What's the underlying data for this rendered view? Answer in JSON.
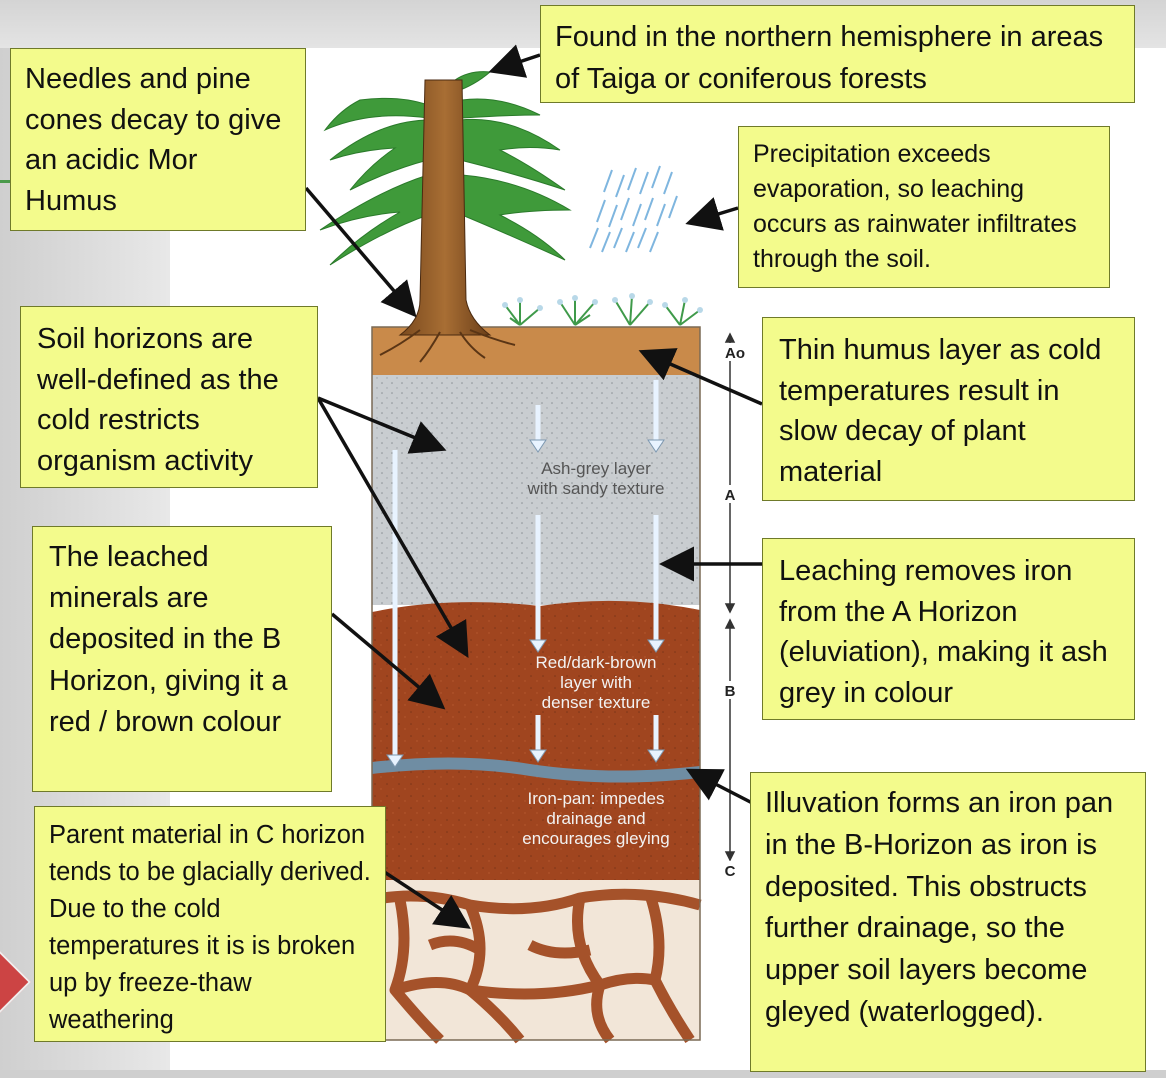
{
  "notes": {
    "found": "Found  in the northern hemisphere in areas of Taiga or coniferous forests",
    "needles": "Needles and pine cones decay to give an acidic Mor Humus",
    "precipitation": "Precipitation exceeds evaporation, so leaching occurs as rainwater infiltrates through the soil.",
    "horizons": "Soil horizons are well-defined as the cold restricts organism activity",
    "humus": "Thin humus layer as cold temperatures result in slow decay of plant material",
    "leached": "The leached minerals are deposited in the B Horizon, giving it a red / brown colour",
    "leaching": "Leaching removes iron from the A Horizon (eluviation), making it ash grey in colour",
    "illuvation": "Illuvation forms an iron pan in the B-Horizon as iron is deposited.  This obstructs further drainage, so the upper soil layers become gleyed (waterlogged).",
    "parent": "Parent material in C horizon tends to be glacially derived.  Due to the cold temperatures it is is broken up by freeze-thaw weathering"
  },
  "soil_labels": {
    "ash_1": "Ash-grey layer",
    "ash_2": "with sandy texture",
    "red_1": "Red/dark-brown",
    "red_2": "layer with",
    "red_3": "denser texture",
    "pan_1": "Iron-pan: impedes",
    "pan_2": "drainage and",
    "pan_3": "encourages gleying"
  },
  "horizon_axis": {
    "ao": "Ao",
    "a": "A",
    "b": "B",
    "c": "C"
  },
  "colors": {
    "note_bg": "#f3fb8c",
    "humus": "#c98a4a",
    "ash_grey": "#c9cdd0",
    "red_brown": "#a0451f",
    "iron_pan": "#6f8da3",
    "parent": "#f2e6d8"
  }
}
